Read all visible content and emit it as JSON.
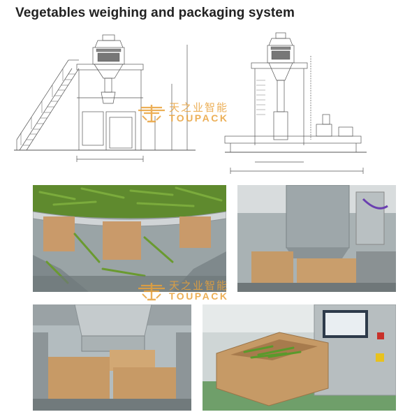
{
  "page": {
    "title": "Vegetables weighing and packaging system"
  },
  "watermark": {
    "chinese": "天之业智能",
    "english": "TOUPACK",
    "icon": "toupack-logo-icon",
    "color": "#e9a23a"
  },
  "drawing": {
    "icon": "machine-drawing"
  },
  "photos": [
    {
      "name": "weigher-hoppers-with-green-beans"
    },
    {
      "name": "discharge-chute-over-carton"
    },
    {
      "name": "chute-filling-cartons"
    },
    {
      "name": "carton-with-green-beans-and-control-screen"
    }
  ]
}
